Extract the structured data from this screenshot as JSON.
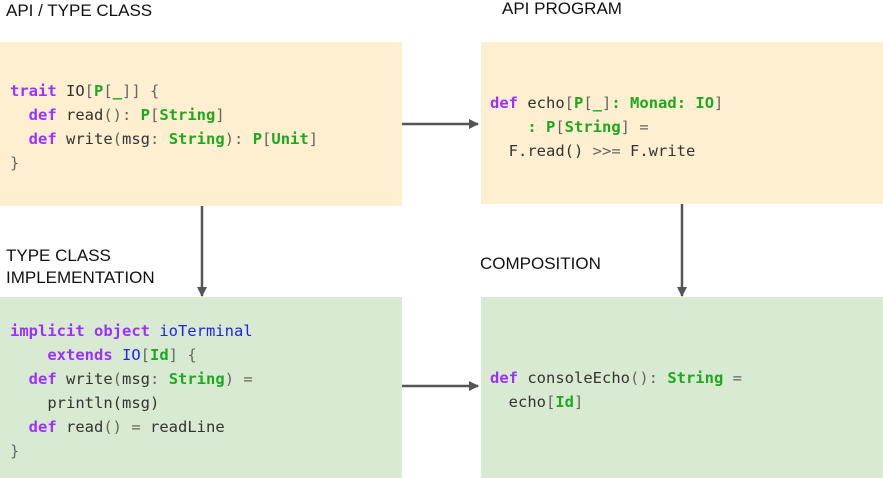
{
  "colors": {
    "api_box": "#fdefcf",
    "impl_box": "#d9ead3",
    "arrow": "#555555",
    "keyword": "#9b30ff",
    "type": "#1fa81f",
    "punct": "#666666",
    "ident": "#333333",
    "name_blue": "#2323e0"
  },
  "sections": {
    "api": {
      "title": "API / TYPE CLASS",
      "code": [
        [
          [
            "kw",
            "trait "
          ],
          [
            "id",
            "IO"
          ],
          [
            "pn",
            "["
          ],
          [
            "tp",
            "P"
          ],
          [
            "pn",
            "["
          ],
          [
            "tp",
            "_"
          ],
          [
            "pn",
            "]] {"
          ]
        ],
        [
          [
            "id",
            "  "
          ],
          [
            "kw",
            "def "
          ],
          [
            "id",
            "read"
          ],
          [
            "pn",
            "(): "
          ],
          [
            "tp",
            "P"
          ],
          [
            "pn",
            "["
          ],
          [
            "tp",
            "String"
          ],
          [
            "pn",
            "]"
          ]
        ],
        [
          [
            "id",
            "  "
          ],
          [
            "kw",
            "def "
          ],
          [
            "id",
            "write"
          ],
          [
            "pn",
            "("
          ],
          [
            "id",
            "msg"
          ],
          [
            "pn",
            ": "
          ],
          [
            "tp",
            "String"
          ],
          [
            "pn",
            "): "
          ],
          [
            "tp",
            "P"
          ],
          [
            "pn",
            "["
          ],
          [
            "tp",
            "Unit"
          ],
          [
            "pn",
            "]"
          ]
        ],
        [
          [
            "pn",
            "}"
          ]
        ]
      ]
    },
    "program": {
      "title": "API PROGRAM",
      "code": [
        [
          [
            "kw",
            "def "
          ],
          [
            "id",
            "echo"
          ],
          [
            "pn",
            "["
          ],
          [
            "tp",
            "P"
          ],
          [
            "pn",
            "["
          ],
          [
            "tp",
            "_"
          ],
          [
            "pn",
            "]"
          ],
          [
            "tp",
            ": Monad: IO"
          ],
          [
            "pn",
            "]"
          ]
        ],
        [
          [
            "id",
            "    "
          ],
          [
            "tp",
            ": P"
          ],
          [
            "pn",
            "["
          ],
          [
            "tp",
            "String"
          ],
          [
            "pn",
            "] ="
          ]
        ],
        [
          [
            "id",
            "  F.read() "
          ],
          [
            "pn",
            ">>="
          ],
          [
            "id",
            " F.write"
          ]
        ]
      ]
    },
    "implementation": {
      "title_lines": [
        "TYPE CLASS",
        "IMPLEMENTATION"
      ],
      "code": [
        [
          [
            "kw",
            "implicit object "
          ],
          [
            "nm",
            "ioTerminal"
          ]
        ],
        [
          [
            "id",
            "    "
          ],
          [
            "kw",
            "extends "
          ],
          [
            "nm",
            "IO"
          ],
          [
            "pn",
            "["
          ],
          [
            "tp",
            "Id"
          ],
          [
            "pn",
            "] {"
          ]
        ],
        [
          [
            "id",
            "  "
          ],
          [
            "kw",
            "def "
          ],
          [
            "id",
            "write"
          ],
          [
            "pn",
            "("
          ],
          [
            "id",
            "msg"
          ],
          [
            "pn",
            ": "
          ],
          [
            "tp",
            "String"
          ],
          [
            "pn",
            ") ="
          ]
        ],
        [
          [
            "id",
            "    println(msg)"
          ]
        ],
        [
          [
            "id",
            "  "
          ],
          [
            "kw",
            "def "
          ],
          [
            "id",
            "read"
          ],
          [
            "pn",
            "() = "
          ],
          [
            "id",
            "readLine"
          ]
        ],
        [
          [
            "pn",
            "}"
          ]
        ]
      ]
    },
    "composition": {
      "title": "COMPOSITION",
      "code": [
        [
          [
            "kw",
            "def "
          ],
          [
            "id",
            "consoleEcho"
          ],
          [
            "pn",
            "(): "
          ],
          [
            "tp",
            "String"
          ],
          [
            "pn",
            " ="
          ]
        ],
        [
          [
            "id",
            "  echo"
          ],
          [
            "pn",
            "["
          ],
          [
            "tp",
            "Id"
          ],
          [
            "pn",
            "]"
          ]
        ]
      ]
    }
  }
}
